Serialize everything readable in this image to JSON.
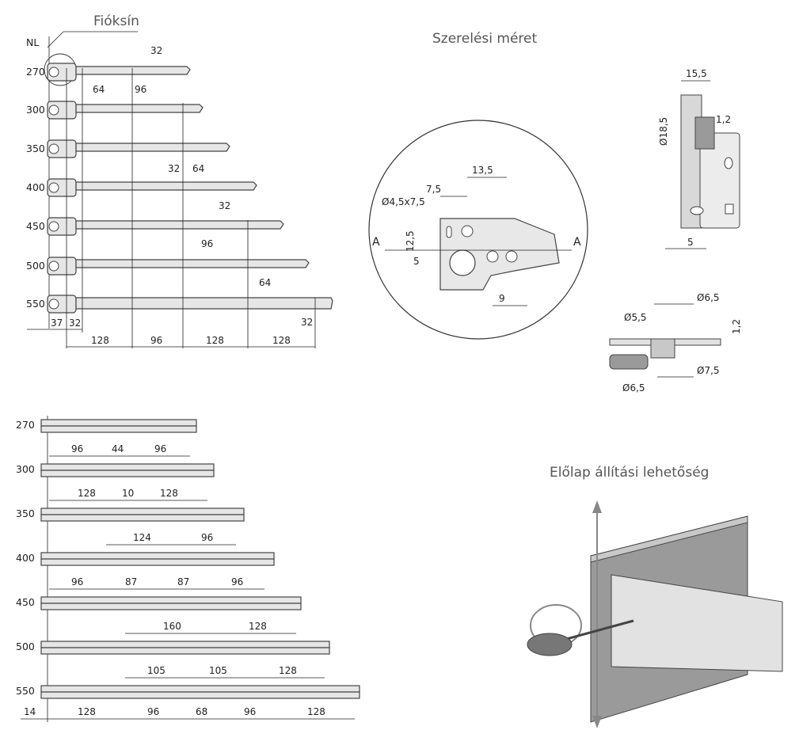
{
  "labels": {
    "fioksin": "Fióksín",
    "nl": "NL",
    "szerelesi": "Szerelési méret",
    "elolap": "Előlap állítási lehetőség",
    "axis_a": "A"
  },
  "top_rails": [
    {
      "length": "270",
      "dims": []
    },
    {
      "length": "300",
      "dims": []
    },
    {
      "length": "350",
      "dims": []
    },
    {
      "length": "400",
      "dims": []
    },
    {
      "length": "450",
      "dims": []
    },
    {
      "length": "500",
      "dims": []
    },
    {
      "length": "550",
      "dims": []
    }
  ],
  "top_dims": {
    "r270_32": "32",
    "r270_64": "64",
    "r270_96": "96",
    "r350_32": "32",
    "r350_64": "64",
    "r400_32": "32",
    "r450_96": "96",
    "r500_64": "64",
    "r550_32": "32",
    "bot_37": "37",
    "bot_32": "32",
    "bot_128a": "128",
    "bot_96": "96",
    "bot_128b": "128",
    "bot_128c": "128"
  },
  "bottom_rails": [
    {
      "length": "270",
      "dims": [
        "96",
        "44",
        "96"
      ]
    },
    {
      "length": "300",
      "dims": [
        "128",
        "10",
        "128"
      ]
    },
    {
      "length": "350",
      "dims": []
    },
    {
      "length": "400",
      "dims": [
        "124",
        "96"
      ]
    },
    {
      "length": "450",
      "dims": [
        "96",
        "87",
        "87",
        "96"
      ]
    },
    {
      "length": "500",
      "dims": [
        "160",
        "128"
      ]
    },
    {
      "length": "550",
      "dims": [
        "105",
        "105",
        "128"
      ]
    }
  ],
  "bottom_axis": [
    "14",
    "128",
    "96",
    "68",
    "96",
    "128"
  ],
  "circle_dims": {
    "d135": "13,5",
    "d75": "7,5",
    "d45": "Ø4,5x7,5",
    "d125": "12,5",
    "d5": "5",
    "d9": "9"
  },
  "side_dims": {
    "d155": "15,5",
    "d12": "1,2",
    "d185": "Ø18,5",
    "d5": "5"
  },
  "pin_dims": {
    "d65a": "Ø6,5",
    "d55": "Ø5,5",
    "d12": "1,2",
    "d75": "Ø7,5",
    "d65b": "Ø6,5"
  }
}
